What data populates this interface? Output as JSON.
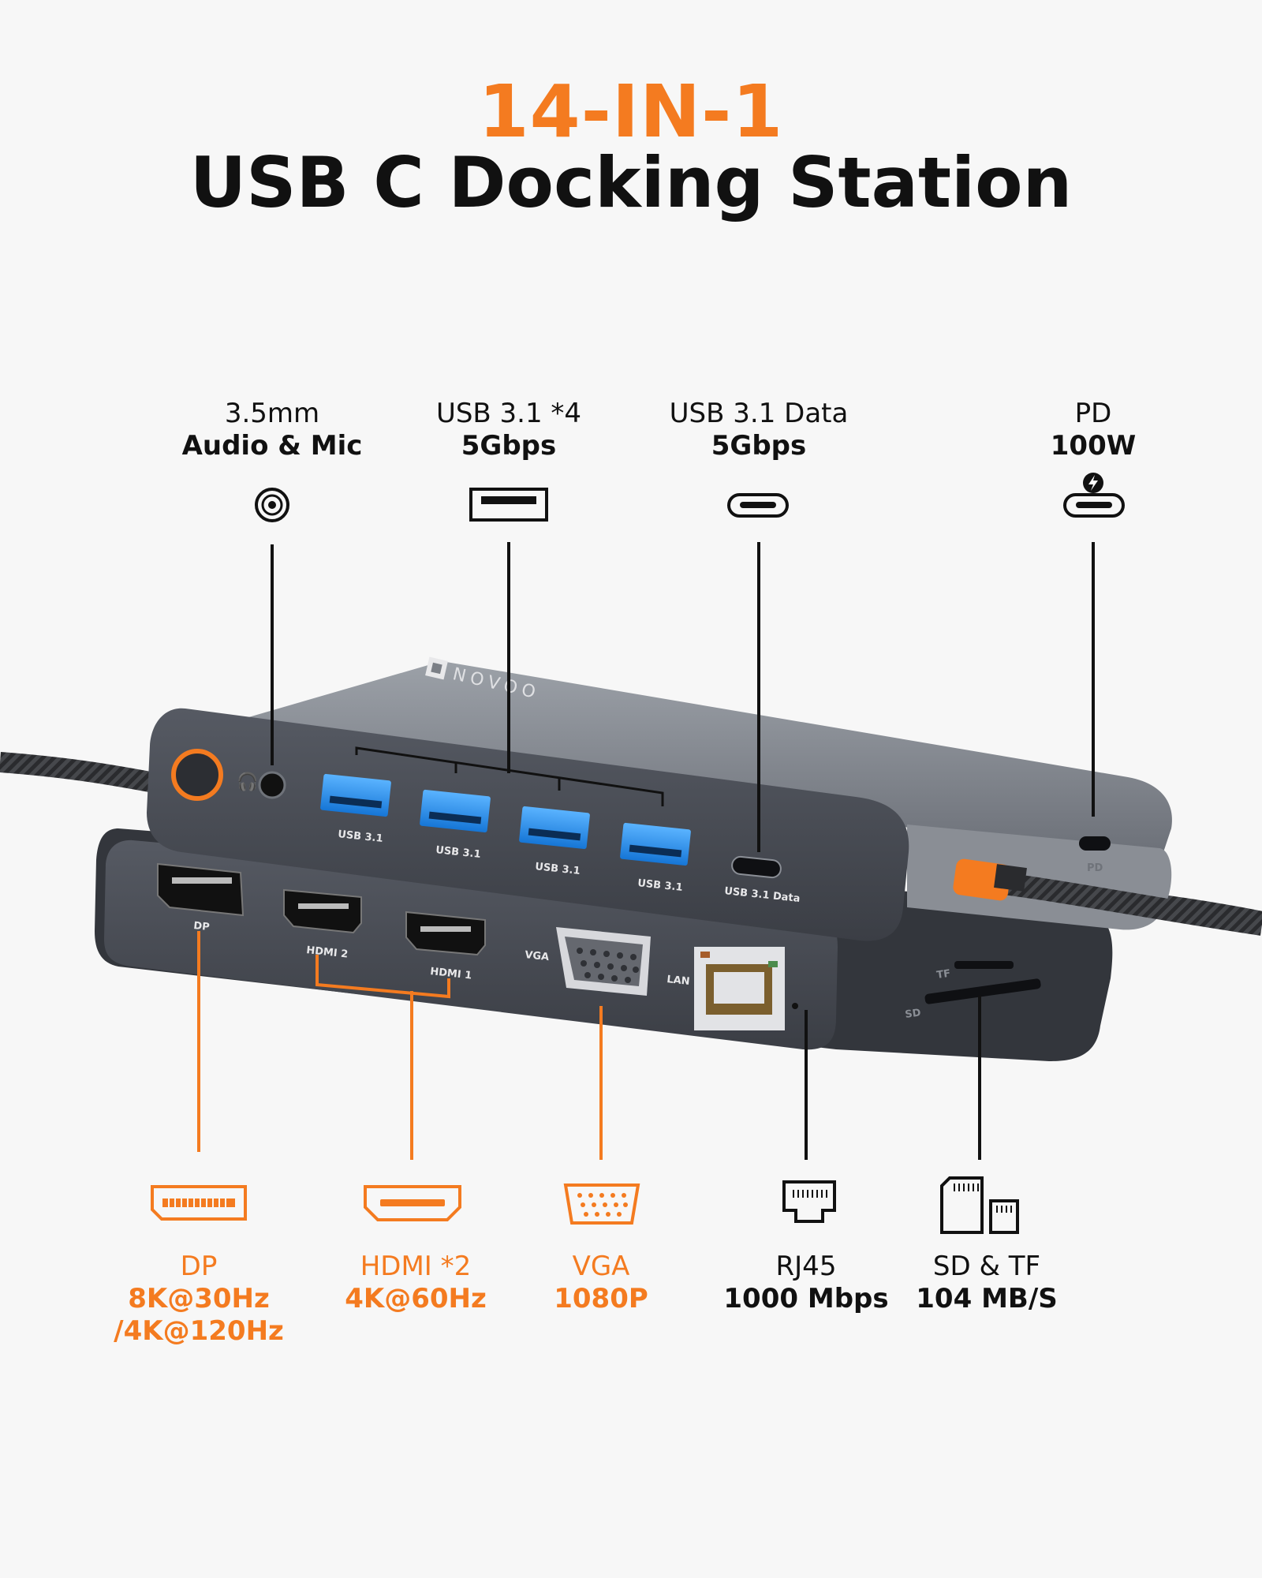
{
  "headline": {
    "top": "14-IN-1",
    "main": "USB C Docking Station"
  },
  "colors": {
    "accent": "#f47b20",
    "text": "#111111",
    "background": "#f7f7f7",
    "device": "#4a4e57"
  },
  "top_ports": [
    {
      "icon": "audio-jack-icon",
      "line1": "3.5mm",
      "line2": "Audio & Mic"
    },
    {
      "icon": "usb-a-icon",
      "line1": "USB 3.1 *4",
      "line2": "5Gbps"
    },
    {
      "icon": "usb-c-icon",
      "line1": "USB 3.1 Data",
      "line2": "5Gbps"
    },
    {
      "icon": "usb-c-pd-icon",
      "line1": "PD",
      "line2": "100W"
    }
  ],
  "bottom_ports": [
    {
      "icon": "displayport-icon",
      "line1": "DP",
      "line2": "8K@30Hz",
      "line3": "/4K@120Hz"
    },
    {
      "icon": "hdmi-icon",
      "line1": "HDMI *2",
      "line2": "4K@60Hz"
    },
    {
      "icon": "vga-icon",
      "line1": "VGA",
      "line2": "1080P"
    },
    {
      "icon": "rj45-icon",
      "line1": "RJ45",
      "line2": "1000 Mbps"
    },
    {
      "icon": "sd-tf-card-icon",
      "line1": "SD & TF",
      "line2": "104 MB/S"
    }
  ],
  "device": {
    "brand": "NOVOO",
    "top_unit_labels": [
      "USB 3.1",
      "USB 3.1",
      "USB 3.1",
      "USB 3.1",
      "USB 3.1 Data",
      "PD"
    ],
    "bottom_unit_labels": [
      "DP",
      "HDMI 2",
      "HDMI 1",
      "VGA",
      "LAN",
      "SD",
      "TF"
    ]
  }
}
